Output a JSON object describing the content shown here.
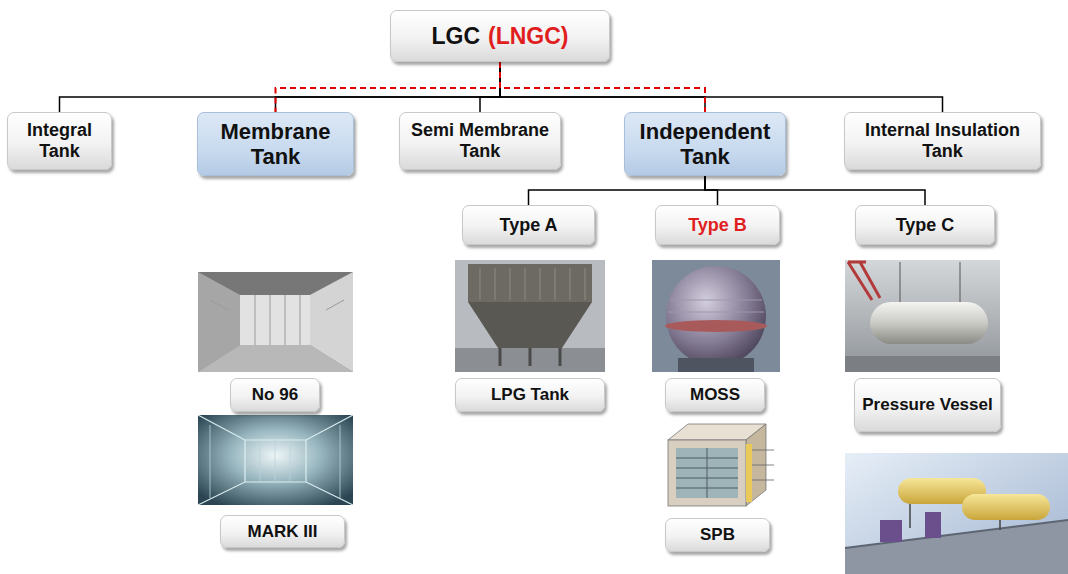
{
  "diagram": {
    "nodes": [
      {
        "text": [
          "LGC",
          "(LNGC)"
        ]
      },
      {
        "text": [
          "Integral Tank"
        ]
      },
      {
        "text": [
          "Membrane Tank"
        ]
      },
      {
        "text": [
          "Semi Membrane Tank"
        ]
      },
      {
        "text": [
          "Independent Tank"
        ]
      },
      {
        "text": [
          "Internal Insulation Tank"
        ]
      },
      {
        "text": [
          "Type A"
        ]
      },
      {
        "text": [
          "Type B"
        ]
      },
      {
        "text": [
          "Type C"
        ]
      },
      {
        "text": [
          "No 96"
        ]
      },
      {
        "text": [
          "LPG Tank"
        ]
      },
      {
        "text": [
          "MOSS"
        ]
      },
      {
        "text": [
          "Pressure Vessel"
        ]
      },
      {
        "text": [
          "MARK III"
        ]
      },
      {
        "text": [
          "SPB"
        ]
      }
    ],
    "edges": [
      {
        "from": 0,
        "to": 1,
        "arrow": "none"
      },
      {
        "from": 0,
        "to": 2,
        "arrow": "none"
      },
      {
        "from": 0,
        "to": 3,
        "arrow": "none"
      },
      {
        "from": 0,
        "to": 4,
        "arrow": "none"
      },
      {
        "from": 0,
        "to": 5,
        "arrow": "none"
      },
      {
        "from": 0,
        "to": 2,
        "arrow": "none"
      },
      {
        "from": 0,
        "to": 4,
        "arrow": "none"
      },
      {
        "from": 4,
        "to": 6,
        "arrow": "none"
      },
      {
        "from": 4,
        "to": 7,
        "arrow": "none"
      },
      {
        "from": 4,
        "to": 8,
        "arrow": "none"
      }
    ]
  }
}
